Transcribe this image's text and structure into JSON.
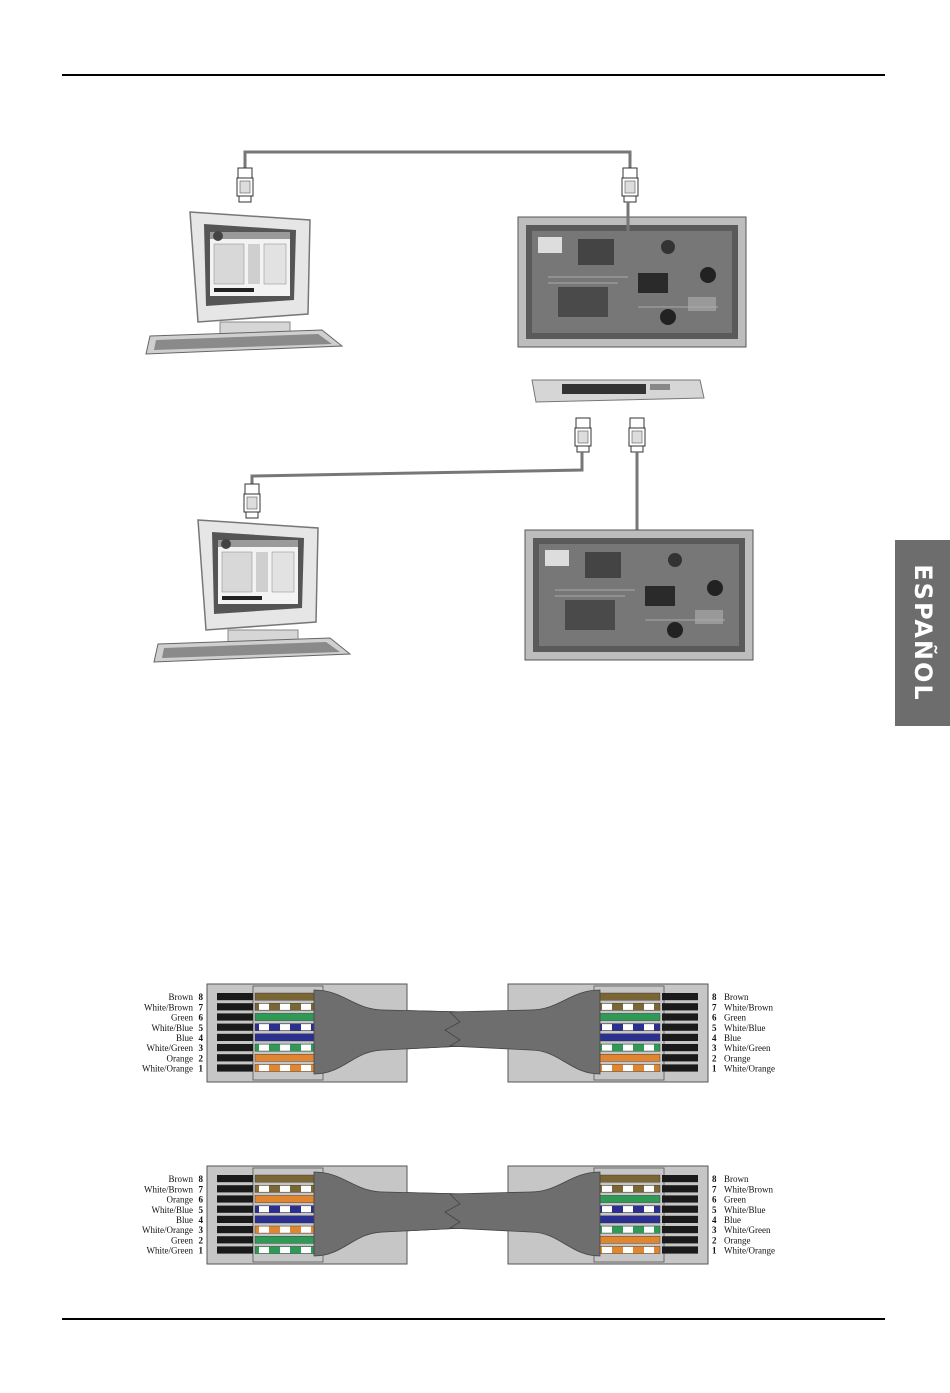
{
  "side_tab": {
    "label": "ESPAÑOL"
  },
  "colors": {
    "brown": "#7a6534",
    "green": "#2e9a55",
    "blue": "#2b2f8f",
    "orange": "#e08530",
    "tab": "#6d6d6d"
  },
  "diagram1": {
    "left": [
      {
        "label": "Brown",
        "pin": "8"
      },
      {
        "label": "White/Brown",
        "pin": "7"
      },
      {
        "label": "Green",
        "pin": "6"
      },
      {
        "label": "White/Blue",
        "pin": "5"
      },
      {
        "label": "Blue",
        "pin": "4"
      },
      {
        "label": "White/Green",
        "pin": "3"
      },
      {
        "label": "Orange",
        "pin": "2"
      },
      {
        "label": "White/Orange",
        "pin": "1"
      }
    ],
    "right": [
      {
        "label": "Brown",
        "pin": "8"
      },
      {
        "label": "White/Brown",
        "pin": "7"
      },
      {
        "label": "Green",
        "pin": "6"
      },
      {
        "label": "White/Blue",
        "pin": "5"
      },
      {
        "label": "Blue",
        "pin": "4"
      },
      {
        "label": "White/Green",
        "pin": "3"
      },
      {
        "label": "Orange",
        "pin": "2"
      },
      {
        "label": "White/Orange",
        "pin": "1"
      }
    ]
  },
  "diagram2": {
    "left": [
      {
        "label": "Brown",
        "pin": "8"
      },
      {
        "label": "White/Brown",
        "pin": "7"
      },
      {
        "label": "Orange",
        "pin": "6"
      },
      {
        "label": "White/Blue",
        "pin": "5"
      },
      {
        "label": "Blue",
        "pin": "4"
      },
      {
        "label": "White/Orange",
        "pin": "3"
      },
      {
        "label": "Green",
        "pin": "2"
      },
      {
        "label": "White/Green",
        "pin": "1"
      }
    ],
    "right": [
      {
        "label": "Brown",
        "pin": "8"
      },
      {
        "label": "White/Brown",
        "pin": "7"
      },
      {
        "label": "Green",
        "pin": "6"
      },
      {
        "label": "White/Blue",
        "pin": "5"
      },
      {
        "label": "Blue",
        "pin": "4"
      },
      {
        "label": "White/Green",
        "pin": "3"
      },
      {
        "label": "Orange",
        "pin": "2"
      },
      {
        "label": "White/Orange",
        "pin": "1"
      }
    ]
  }
}
